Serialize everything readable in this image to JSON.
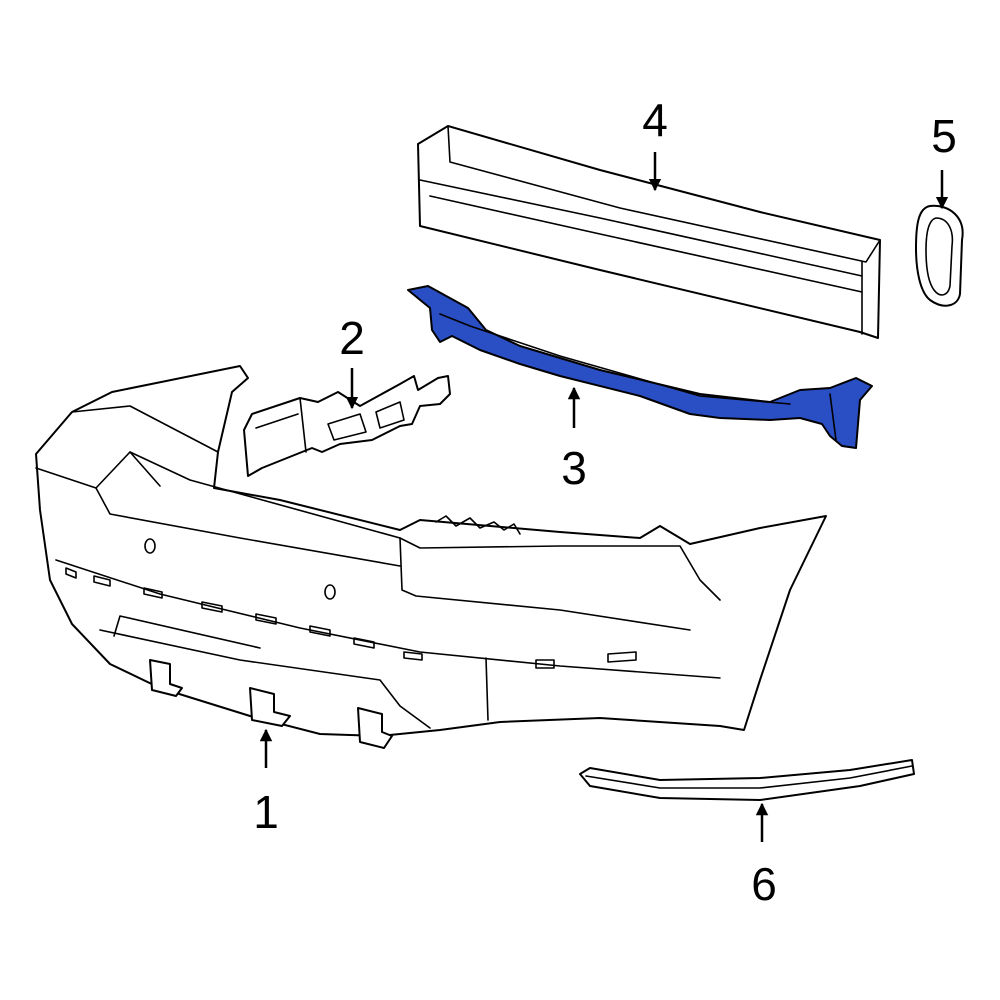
{
  "colors": {
    "highlight": "#2a4fc4",
    "outline": "#000000",
    "background": "#ffffff"
  },
  "callouts": {
    "c1": "1",
    "c2": "2",
    "c3": "3",
    "c4": "4",
    "c5": "5",
    "c6": "6"
  }
}
